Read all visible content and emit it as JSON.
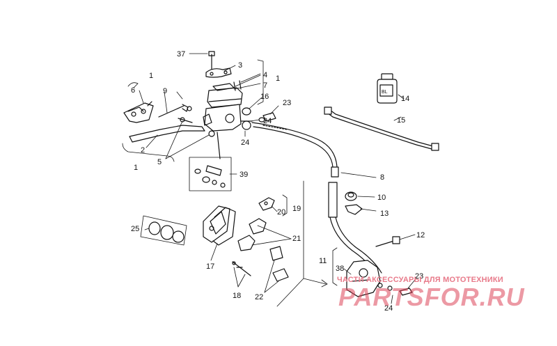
{
  "watermark": {
    "caption": "ЧАСТИ АКСЕССУАРЫ ДЛЯ МОТОТЕХНИКИ",
    "logo": "PARTSFOR.RU",
    "color": "#e0475c"
  },
  "callouts": {
    "c1a": "1",
    "c1b": "1",
    "c1c": "1",
    "c2": "2",
    "c3": "3",
    "c4": "4",
    "c5": "5",
    "c6": "6",
    "c7": "7",
    "c8": "8",
    "c9": "9",
    "c10": "10",
    "c11": "11",
    "c12": "12",
    "c13": "13",
    "c14": "14",
    "c15": "15",
    "c16": "16",
    "c17": "17",
    "c18": "18",
    "c19": "19",
    "c20": "20",
    "c21": "21",
    "c22": "22",
    "c23a": "23",
    "c23b": "23",
    "c24a": "24",
    "c24b": "24",
    "c24c": "24",
    "c25": "25",
    "c37": "37",
    "c38": "38",
    "c39": "39"
  },
  "fluid_label": "BL"
}
